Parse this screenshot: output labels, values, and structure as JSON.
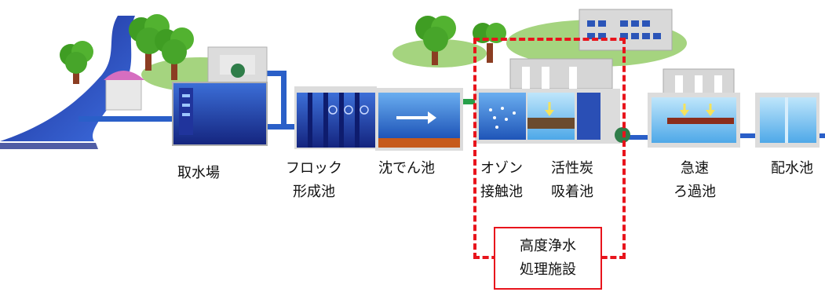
{
  "stages": [
    {
      "id": "intake",
      "lines": [
        "取水場"
      ]
    },
    {
      "id": "floc",
      "lines": [
        "フロック",
        "形成池"
      ]
    },
    {
      "id": "sedimentation",
      "lines": [
        "沈でん池"
      ]
    },
    {
      "id": "ozone",
      "lines": [
        "オゾン",
        "接触池"
      ]
    },
    {
      "id": "carbon",
      "lines": [
        "活性炭",
        "吸着池"
      ]
    },
    {
      "id": "filter",
      "lines": [
        "急速",
        "ろ過池"
      ]
    },
    {
      "id": "reservoir",
      "lines": [
        "配水池"
      ]
    }
  ],
  "highlight": {
    "lines": [
      "高度浄水",
      "処理施設"
    ]
  },
  "colors": {
    "water_dark": "#16298a",
    "water_mid": "#2f6fd0",
    "water_light": "#7ec6f0",
    "pipe": "#2a5fc8",
    "tree_green": "#49a82b",
    "grass": "#9fd27b",
    "building": "#d9d9d9",
    "highlight_red": "#e8141c"
  }
}
